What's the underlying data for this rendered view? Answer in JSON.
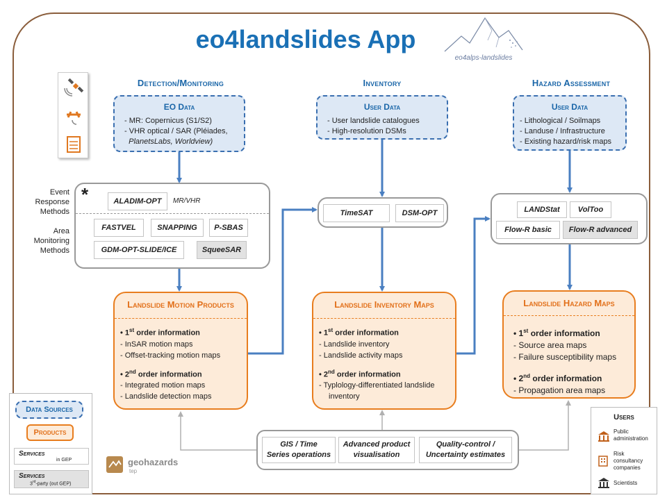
{
  "app": {
    "title": "eo4landslides App",
    "logo_text": "eo4alps-landslides"
  },
  "sections": {
    "detection": "Detection/Monitoring",
    "inventory": "Inventory",
    "hazard": "Hazard Assessment"
  },
  "data_boxes": {
    "eo": {
      "title": "EO Data",
      "items": [
        "MR: Copernicus (S1/S2)",
        "VHR optical / SAR (Pléiades,",
        "PlanetsLabs, Worldview)"
      ]
    },
    "inventory": {
      "title": "User Data",
      "items": [
        "User landslide catalogues",
        "High-resolution DSMs"
      ]
    },
    "hazard": {
      "title": "User Data",
      "items": [
        "Lithological / Soilmaps",
        "Landuse / Infrastructure",
        "Existing hazard/risk maps"
      ]
    }
  },
  "method_labels": {
    "event": "Event\nResponse\nMethods",
    "area": "Area\nMonitoring\nMethods",
    "asterisk": "*"
  },
  "methods": {
    "aladim": "ALADIM-OPT",
    "mr_vhr": "MR/VHR",
    "fastvel": "FASTVEL",
    "snapping": "SNAPPING",
    "psbas": "P-SBAS",
    "gdm": "GDM-OPT-SLIDE/ICE",
    "squeesar": "SqueeSAR",
    "timesat": "TimeSAT",
    "dsmopt": "DSM-OPT",
    "landstat": "LANDStat",
    "voltoo": "VolToo",
    "flowr_basic": "Flow-R basic",
    "flowr_adv": "Flow-R advanced"
  },
  "products": {
    "motion": {
      "title": "Landslide Motion Products",
      "first_head": "order information",
      "first_sup": "st",
      "first_num": "1",
      "first": [
        "InSAR motion maps",
        "Offset-tracking motion maps"
      ],
      "second_head": "order information",
      "second_sup": "nd",
      "second_num": "2",
      "second": [
        "Integrated motion maps",
        "Landslide detection maps"
      ]
    },
    "inventory": {
      "title": "Landslide Inventory Maps",
      "first_head": "order information",
      "first_sup": "st",
      "first_num": "1",
      "first": [
        "Landslide inventory",
        "Landslide activity maps"
      ],
      "second_head": "order information",
      "second_sup": "nd",
      "second_num": "2",
      "second": [
        "Typlology-differentiated landslide",
        "inventory"
      ]
    },
    "hazard": {
      "title": "Landslide Hazard Maps",
      "first_head": "order information",
      "first_sup": "st",
      "first_num": "1",
      "first": [
        "Source  area maps",
        "Failure susceptibility  maps"
      ],
      "second_head": "order information",
      "second_sup": "nd",
      "second_num": "2",
      "second": [
        "Propagation area maps"
      ]
    }
  },
  "services": {
    "gis": "GIS / Time\nSeries operations",
    "visual": "Advanced product\nvisualisation",
    "quality": "Quality-control /\nUncertainty estimates"
  },
  "legend": {
    "data_sources": "Data Sources",
    "products": "Products",
    "services_gep": "Services",
    "services_gep_sub": "in GEP",
    "services_3rd": "Services",
    "services_3rd_sub_sup": "rd",
    "services_3rd_sub": "3",
    "services_3rd_sub_rest": "-party (out GEP)"
  },
  "geohazards": {
    "name": "geohazards",
    "sub": "tep"
  },
  "users": {
    "title": "Users",
    "items": [
      "Public\nadministration",
      "Risk\nconsultancy\ncompanies",
      "Scientists"
    ]
  },
  "colors": {
    "blue": "#1a70b5",
    "orange": "#e87d1e",
    "frame": "#8a5d3b",
    "arrow": "#4a7fc1"
  }
}
